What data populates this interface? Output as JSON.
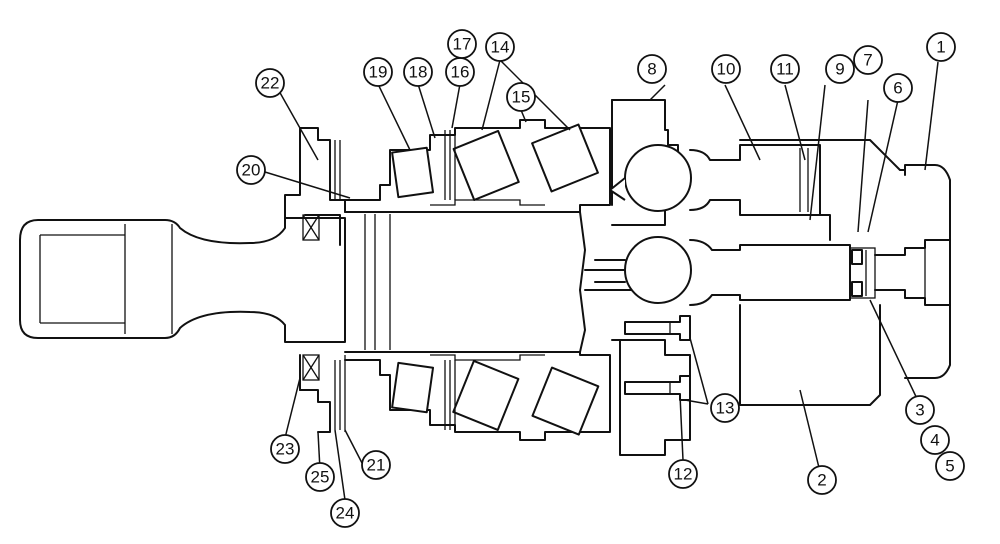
{
  "diagram": {
    "callouts": [
      {
        "id": "1",
        "label": "1"
      },
      {
        "id": "2",
        "label": "2"
      },
      {
        "id": "3",
        "label": "3"
      },
      {
        "id": "4",
        "label": "4"
      },
      {
        "id": "5",
        "label": "5"
      },
      {
        "id": "6",
        "label": "6"
      },
      {
        "id": "7",
        "label": "7"
      },
      {
        "id": "8",
        "label": "8"
      },
      {
        "id": "9",
        "label": "9"
      },
      {
        "id": "10",
        "label": "10"
      },
      {
        "id": "11",
        "label": "11"
      },
      {
        "id": "12",
        "label": "12"
      },
      {
        "id": "13",
        "label": "13"
      },
      {
        "id": "14",
        "label": "14"
      },
      {
        "id": "15",
        "label": "15"
      },
      {
        "id": "16",
        "label": "16"
      },
      {
        "id": "17",
        "label": "17"
      },
      {
        "id": "18",
        "label": "18"
      },
      {
        "id": "19",
        "label": "19"
      },
      {
        "id": "20",
        "label": "20"
      },
      {
        "id": "21",
        "label": "21"
      },
      {
        "id": "22",
        "label": "22"
      },
      {
        "id": "23",
        "label": "23"
      },
      {
        "id": "24",
        "label": "24"
      },
      {
        "id": "25",
        "label": "25"
      }
    ]
  }
}
